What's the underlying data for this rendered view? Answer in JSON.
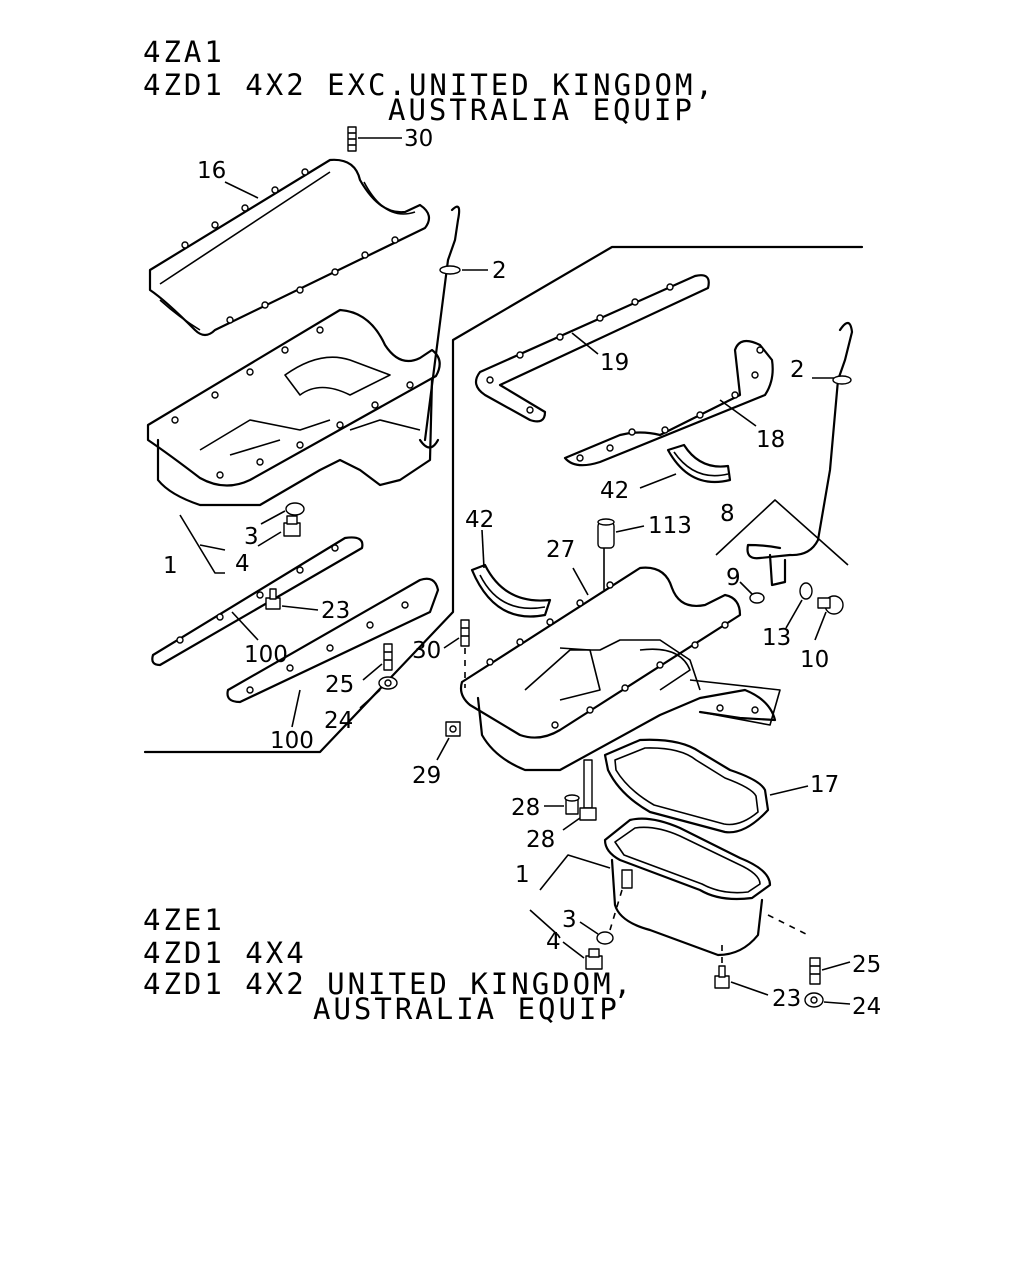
{
  "headers": {
    "top_line1": "4ZA1",
    "top_line2": "4ZD1  4X2  EXC.UNITED KINGDOM,",
    "top_line3": "AUSTRALIA EQUIP",
    "bottom_line1": "4ZE1",
    "bottom_line2": "4ZD1  4X4",
    "bottom_line3": "4ZD1  4X2  UNITED KINGDOM,",
    "bottom_line4": "AUSTRALIA EQUIP"
  },
  "callouts": {
    "c30_top": "30",
    "c16": "16",
    "c2_left": "2",
    "c3_left": "3",
    "c4_left": "4",
    "c1_left": "1",
    "c23_left": "23",
    "c100_a": "100",
    "c25_left": "25",
    "c24_left": "24",
    "c100_b": "100",
    "c19": "19",
    "c2_right": "2",
    "c18": "18",
    "c42_right": "42",
    "c42_left": "42",
    "c113": "113",
    "c8": "8",
    "c27": "27",
    "c9": "9",
    "c13": "13",
    "c10": "10",
    "c30_mid": "30",
    "c29": "29",
    "c17": "17",
    "c28_a": "28",
    "c28_b": "28",
    "c1_right": "1",
    "c3_right": "3",
    "c4_right": "4",
    "c25_right": "25",
    "c23_right": "23",
    "c24_right": "24"
  }
}
